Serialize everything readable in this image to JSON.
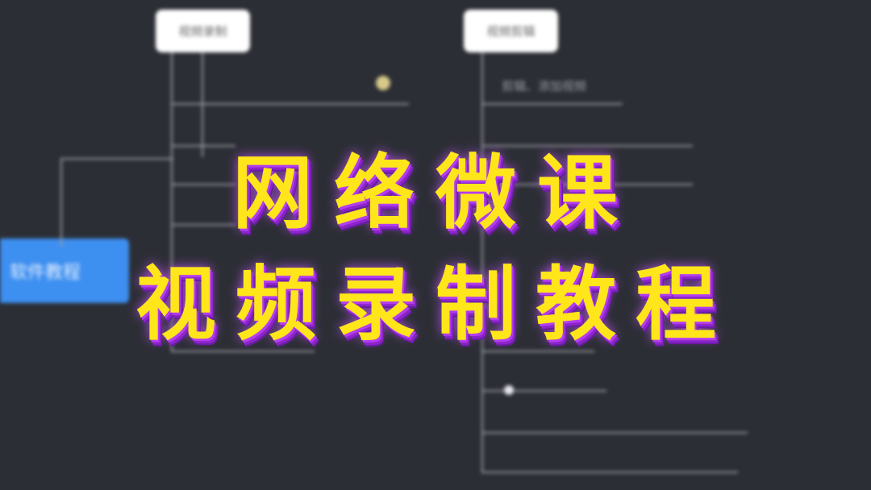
{
  "mindmap": {
    "root": "软件教程",
    "branches": [
      {
        "title": "视频录制",
        "items": [
          "",
          "",
          "",
          "",
          "",
          "",
          "",
          ""
        ]
      },
      {
        "title": "视频剪辑",
        "items": [
          "剪辑、添加视频",
          "",
          "",
          "",
          "",
          "",
          "",
          "",
          "",
          ""
        ]
      }
    ]
  },
  "overlay": {
    "line1": "网络微课",
    "line2": "视频录制教程"
  },
  "colors": {
    "background": "#2c2e35",
    "title_text": "#ffe61a",
    "title_shadow": "#8a25c9",
    "root_node": "#3d8ff0"
  }
}
